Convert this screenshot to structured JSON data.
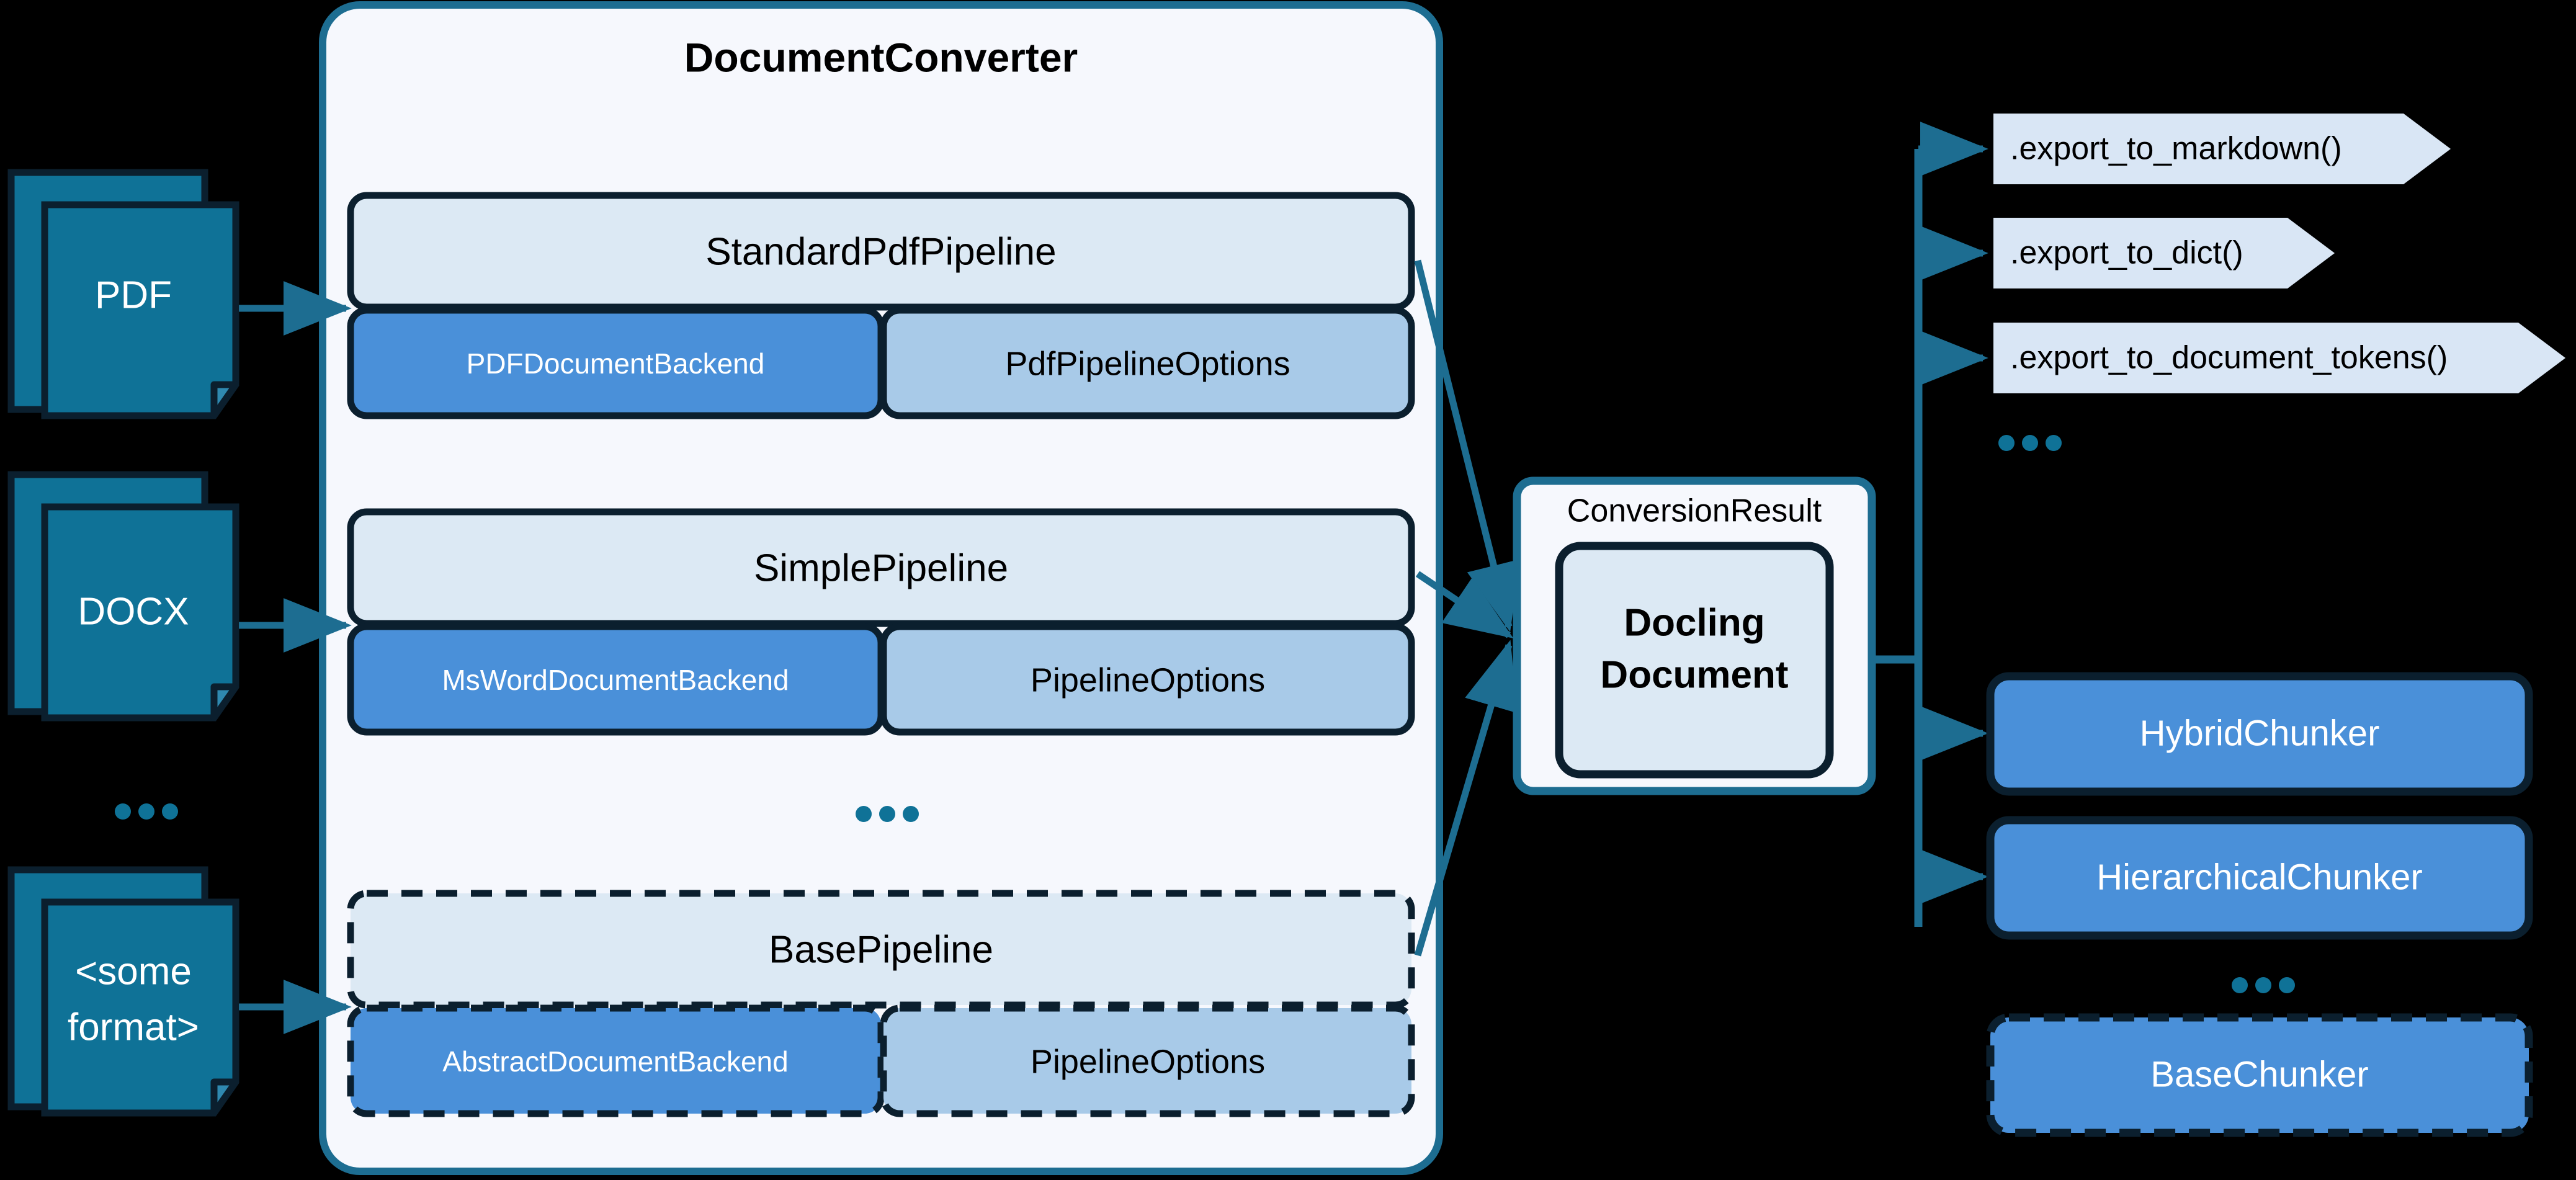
{
  "diagram": {
    "title": "Docling architecture",
    "colors": {
      "background": "#000000",
      "doc_fill": "#0f7297",
      "dark_stroke": "#0b1f2e",
      "teal_stroke": "#1d6d91",
      "panel_fill": "#f6f8fd",
      "pipeline_fill": "#dce9f4",
      "backend_fill": "#4a90d9",
      "options_fill": "#a8cae8",
      "export_fill": "#d9e6f5",
      "chunker_fill": "#4a90d9",
      "ellipsis": "#0f7297"
    }
  },
  "inputs": {
    "items": [
      {
        "label": "PDF"
      },
      {
        "label": "DOCX"
      },
      {
        "label_line1": "<some",
        "label_line2": "format>"
      }
    ],
    "ellipsis": "..."
  },
  "converter": {
    "title": "DocumentConverter",
    "ellipsis": "...",
    "pipelines": [
      {
        "name": "StandardPdfPipeline",
        "backend": "PDFDocumentBackend",
        "options": "PdfPipelineOptions",
        "dashed": false
      },
      {
        "name": "SimplePipeline",
        "backend": "MsWordDocumentBackend",
        "options": "PipelineOptions",
        "dashed": false
      },
      {
        "name": "BasePipeline",
        "backend": "AbstractDocumentBackend",
        "options": "PipelineOptions",
        "dashed": true
      }
    ]
  },
  "result": {
    "title": "ConversionResult",
    "document_line1": "Docling",
    "document_line2": "Document"
  },
  "exports": {
    "items": [
      {
        "label": ".export_to_markdown()"
      },
      {
        "label": ".export_to_dict()"
      },
      {
        "label": ".export_to_document_tokens()"
      }
    ],
    "ellipsis": "..."
  },
  "chunkers": {
    "items": [
      {
        "label": "HybridChunker",
        "dashed": false
      },
      {
        "label": "HierarchicalChunker",
        "dashed": false
      },
      {
        "label": "BaseChunker",
        "dashed": true
      }
    ],
    "ellipsis": "..."
  }
}
